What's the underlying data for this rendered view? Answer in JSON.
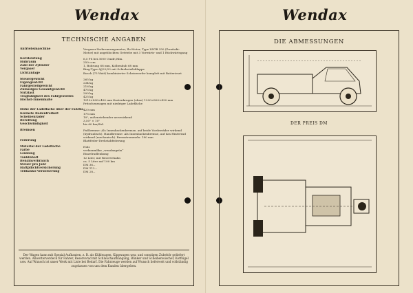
{
  "brand": {
    "logo_text": "Wendax"
  },
  "left": {
    "title": "TECHNISCHE ANGABEN",
    "specs": [
      {
        "key": "Antriebsmaschine",
        "value": "Vergaser-Verbrennungsmotor, Ilo-Motor, Type LEGB 250 (Zweitakt-Motor) mit angeblockten Getriebe mit 3 Vorwärts- und 1 Rückwärtsgang"
      },
      {
        "key": "Kurzleistung",
        "value": "6,5 PS bei 3000 Umdr./Min."
      },
      {
        "key": "Hubraum",
        "value": "250 ccm"
      },
      {
        "key": "Zahl der Zylinder",
        "value": "1, Bohrung 68 mm, Kolbenhub 68 mm"
      },
      {
        "key": "Vergaser",
        "value": "Bing-Type AJ/22/22 mit Schiebeteileklappe"
      },
      {
        "key": "Lichtanlage",
        "value": "Bosch (75 Watt) kombinierter Scheinwerfer komplett mit Batterieset"
      },
      {
        "key": "Steuergewicht",
        "value": "265 kg"
      },
      {
        "key": "Eigengewicht",
        "value": "234 kg"
      },
      {
        "key": "Fahrgestellgewicht",
        "value": "216 kg"
      },
      {
        "key": "Zulässiges Gesamtgewicht",
        "value": "475 kg"
      },
      {
        "key": "Nutzlast",
        "value": "200 kg"
      },
      {
        "key": "Tragfähigkeit des Fahrgestelles",
        "value": "425 kg"
      },
      {
        "key": "Höchst-Innenmaße",
        "value": "1210×800×450 mm Kastenkrugen (ohne) 1200×800×430 mm Pritschenwagen mit niedriger Ladefläche"
      },
      {
        "key": "Höhe der Ladefläche über der Fahrbahn",
        "value": "420 mm"
      },
      {
        "key": "Kleinste Bodenfreiheit",
        "value": "175 mm"
      },
      {
        "key": "Scheibenräder",
        "value": "10\", außenstehender aerowirkend"
      },
      {
        "key": "Bereifung",
        "value": "3,50\" × 10\""
      },
      {
        "key": "Geschwindigkeit",
        "value": "bis 60 km/Std."
      },
      {
        "key": "Bremsen",
        "value": "Fußbremse: Als Innenbackenbremse, auf beide Vorderräder wirkend (hydraulisch). Handbremse: Als Innenbackenbremse, auf das Hinterrad wirkend (mechanisch). Bremstrommeln: 180 mm"
      },
      {
        "key": "Federung",
        "value": "Blattfeder-Drehstabfederung"
      },
      {
        "key": "Material der Ladefläche",
        "value": "Holz"
      },
      {
        "key": "Farbe",
        "value": "verkommlike „wendangrün“"
      },
      {
        "key": "Lenkung",
        "value": "Einzelradlenkung"
      },
      {
        "key": "Tankinhalt",
        "value": "12 Liter, mit Reservehahn"
      },
      {
        "key": "Benzinverbrauch",
        "value": "ca. 5 Liter auf 100 km"
      },
      {
        "key": "Steuer pro Jahr",
        "value": "DM 36.–"
      },
      {
        "key": "Haftpflichtversicherung",
        "value": "DM 112.–"
      },
      {
        "key": "Teilkasko-Versicherung",
        "value": "DM 28.–"
      }
    ],
    "footer": "Der Wagen kann mit Spezial-Aufbauten, z. B. als Kühlwagen, Kippwagen usw. und sonstigen Zubehör geliefert werden. Allwetterverdeck für Fahrer, Reserverad mit Schlauchaufhängung, Blinker und Scheibenwischer, Kotflügel usw. Auf Wunsch ist unser Werk mit Liste bei Bedarf. Die Fahrzeuge werden auf Wunsch lieferweit und vollständig zugelassen von uns dem Kunden übergeben."
  },
  "right": {
    "title": "DIE ABMESSUNGEN",
    "price_label": "DER PREIS DM"
  }
}
